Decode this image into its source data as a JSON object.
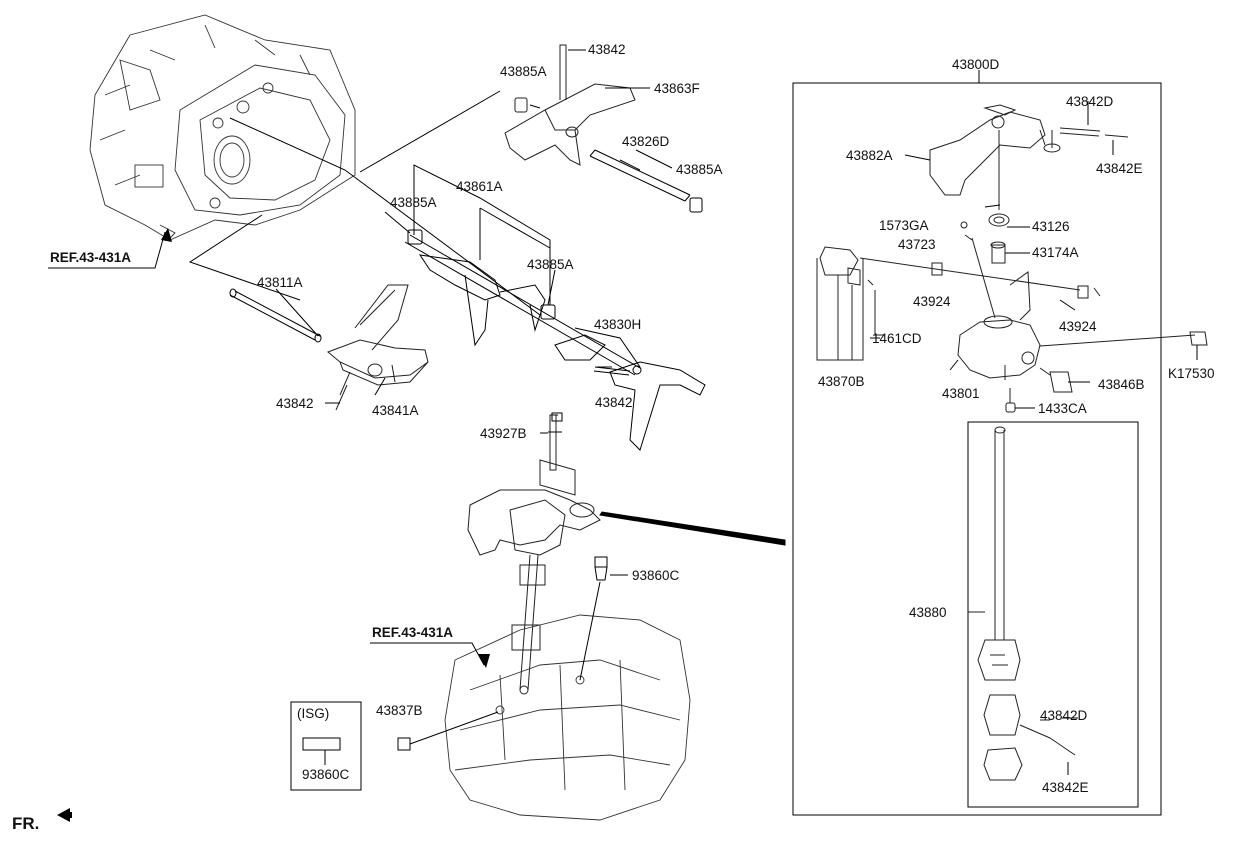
{
  "diagram": {
    "part_labels": [
      "43842",
      "43885A",
      "43863F",
      "43826D",
      "43885A",
      "43885A",
      "43861A",
      "43885A",
      "43811A",
      "43830H",
      "43842",
      "43841A",
      "43842",
      "43927B",
      "93860C",
      "43837B",
      "93860C",
      "43800D",
      "43842D",
      "43882A",
      "43842E",
      "1573GA",
      "43126",
      "43723",
      "43174A",
      "43924",
      "43924",
      "1461CD",
      "43870B",
      "43801",
      "43846B",
      "K17530",
      "1433CA",
      "43880",
      "43842D",
      "43842E"
    ],
    "references": [
      "REF.43-431A",
      "REF.43-431A"
    ],
    "isg_label": "(ISG)",
    "direction_label": "FR."
  },
  "colors": {
    "ink": "#111111",
    "line": "#000000",
    "fill": "#ffffff"
  }
}
